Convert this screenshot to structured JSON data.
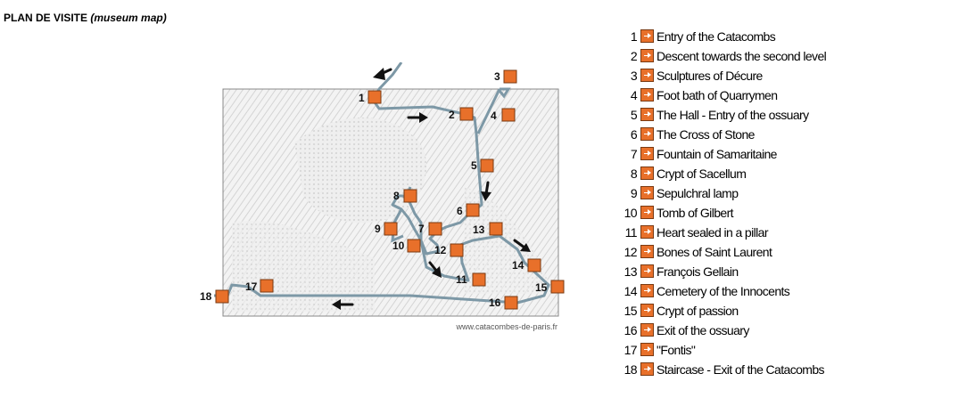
{
  "header": {
    "title": "PLAN DE VISITE",
    "subtitle": "(museum map)"
  },
  "map": {
    "credit": "www.catacombes-de-paris.fr",
    "marker_color": "#e8702a",
    "route_color": "#7d98a6"
  },
  "legend": [
    {
      "num": "1",
      "label": "Entry of the Catacombs"
    },
    {
      "num": "2",
      "label": "Descent towards the second level"
    },
    {
      "num": "3",
      "label": "Sculptures of Décure"
    },
    {
      "num": "4",
      "label": "Foot bath of Quarrymen"
    },
    {
      "num": "5",
      "label": "The Hall - Entry of the ossuary"
    },
    {
      "num": "6",
      "label": "The Cross of Stone"
    },
    {
      "num": "7",
      "label": "Fountain of Samaritaine"
    },
    {
      "num": "8",
      "label": "Crypt of Sacellum"
    },
    {
      "num": "9",
      "label": "Sepulchral lamp"
    },
    {
      "num": "10",
      "label": "Tomb of Gilbert"
    },
    {
      "num": "11",
      "label": "Heart sealed in a pillar"
    },
    {
      "num": "12",
      "label": "Bones of Saint Laurent"
    },
    {
      "num": "13",
      "label": "François Gellain"
    },
    {
      "num": "14",
      "label": "Cemetery of the Innocents"
    },
    {
      "num": "15",
      "label": "Crypt of passion"
    },
    {
      "num": "16",
      "label": "Exit of the ossuary"
    },
    {
      "num": "17",
      "label": "\"Fontis\""
    },
    {
      "num": "18",
      "label": "Staircase - Exit of the Catacombs"
    }
  ]
}
